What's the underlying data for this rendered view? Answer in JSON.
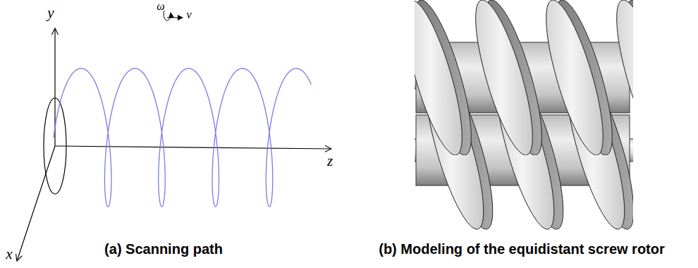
{
  "diagram": {
    "labels": [
      "y",
      "ω",
      "v",
      "x",
      "z",
      "(a) Scanning path",
      "(b) Modeling of the equidistant screw rotor"
    ]
  }
}
